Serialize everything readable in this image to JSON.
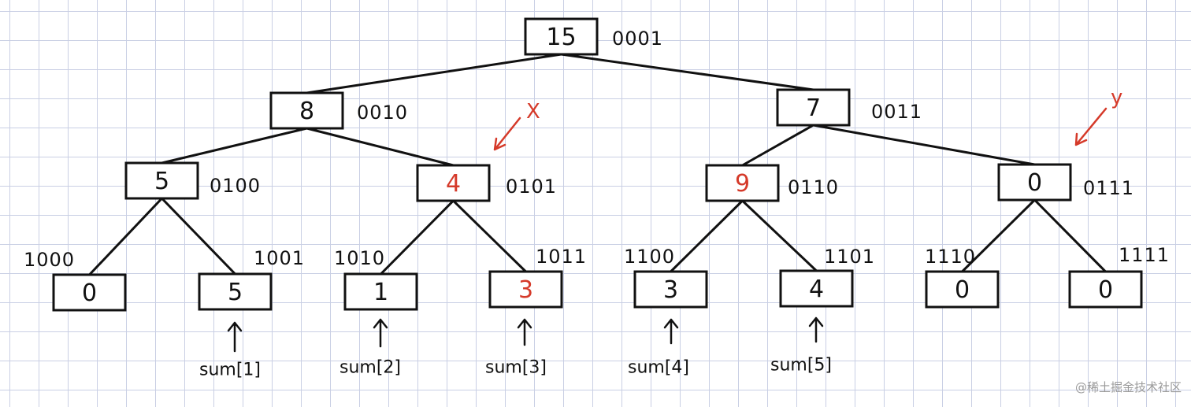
{
  "tree": {
    "nodes": [
      {
        "id": "n1",
        "value": "15",
        "binary": "0001",
        "highlight": false
      },
      {
        "id": "n2",
        "value": "8",
        "binary": "0010",
        "highlight": false
      },
      {
        "id": "n3",
        "value": "7",
        "binary": "0011",
        "highlight": false
      },
      {
        "id": "n4",
        "value": "5",
        "binary": "0100",
        "highlight": false
      },
      {
        "id": "n5",
        "value": "4",
        "binary": "0101",
        "highlight": true
      },
      {
        "id": "n6",
        "value": "9",
        "binary": "0110",
        "highlight": true
      },
      {
        "id": "n7",
        "value": "0",
        "binary": "0111",
        "highlight": false
      },
      {
        "id": "n8",
        "value": "0",
        "binary": "1000",
        "highlight": false
      },
      {
        "id": "n9",
        "value": "5",
        "binary": "1001",
        "highlight": false
      },
      {
        "id": "n10",
        "value": "1",
        "binary": "1010",
        "highlight": false
      },
      {
        "id": "n11",
        "value": "3",
        "binary": "1011",
        "highlight": true
      },
      {
        "id": "n12",
        "value": "3",
        "binary": "1100",
        "highlight": false
      },
      {
        "id": "n13",
        "value": "4",
        "binary": "1101",
        "highlight": false
      },
      {
        "id": "n14",
        "value": "0",
        "binary": "1110",
        "highlight": false
      },
      {
        "id": "n15",
        "value": "0",
        "binary": "1111",
        "highlight": false
      }
    ],
    "edges": [
      [
        "n1",
        "n2"
      ],
      [
        "n1",
        "n3"
      ],
      [
        "n2",
        "n4"
      ],
      [
        "n2",
        "n5"
      ],
      [
        "n3",
        "n6"
      ],
      [
        "n3",
        "n7"
      ],
      [
        "n4",
        "n8"
      ],
      [
        "n4",
        "n9"
      ],
      [
        "n5",
        "n10"
      ],
      [
        "n5",
        "n11"
      ],
      [
        "n6",
        "n12"
      ],
      [
        "n6",
        "n13"
      ],
      [
        "n7",
        "n14"
      ],
      [
        "n7",
        "n15"
      ]
    ]
  },
  "annotations": {
    "x_label": "X",
    "y_label": "y",
    "sum_labels": [
      "sum[1]",
      "sum[2]",
      "sum[3]",
      "sum[4]",
      "sum[5]"
    ]
  },
  "colors": {
    "highlight": "#d53a2a",
    "ink": "#111111",
    "grid": "#c9cfe4"
  },
  "watermark": "@稀土掘金技术社区"
}
